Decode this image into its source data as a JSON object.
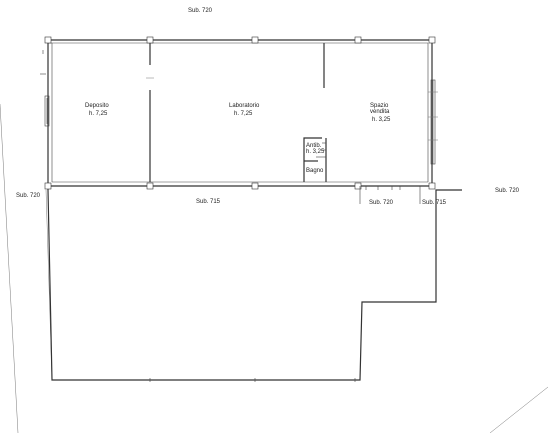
{
  "labels": {
    "sub720_top": "Sub. 720",
    "sub720_left": "Sub. 720",
    "sub720_right": "Sub. 720",
    "sub720_mid": "Sub. 720",
    "sub715_center": "Sub. 715",
    "sub715_right": "Sub. 715"
  },
  "rooms": {
    "deposito": {
      "name": "Deposito",
      "height": "h. 7,25"
    },
    "laboratorio": {
      "name": "Laboratorio",
      "height": "h. 7,25"
    },
    "spazio": {
      "name_line1": "Spazio",
      "name_line2": "vendita",
      "height": "h. 3,25"
    },
    "antib": {
      "name": "Antib.",
      "height": "h. 3,25"
    },
    "bagno": {
      "name": "Bagno"
    }
  }
}
